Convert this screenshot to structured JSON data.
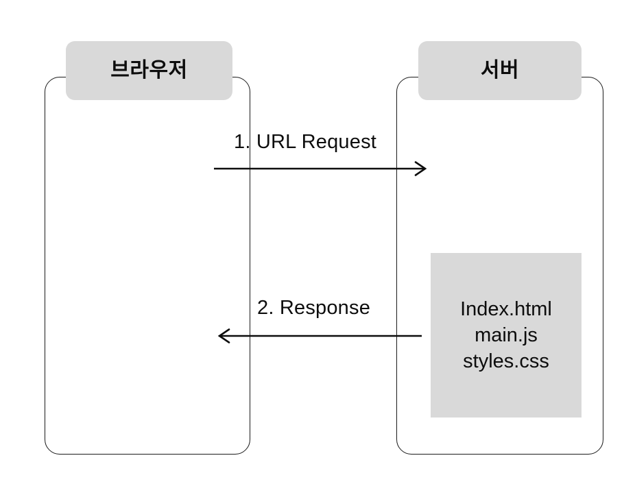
{
  "diagram": {
    "type": "sequence-diagram",
    "background_color": "#ffffff",
    "accent_gray": "#d9d9d9",
    "line_color": "#1a1a1a",
    "participants": [
      {
        "id": "browser",
        "label": "브라우저"
      },
      {
        "id": "server",
        "label": "서버"
      }
    ],
    "messages": [
      {
        "id": "message-1",
        "label": "1. URL Request",
        "from": "browser",
        "to": "server",
        "direction": "right",
        "arrowhead": "open"
      },
      {
        "id": "message-2",
        "label": "2. Response",
        "from": "server",
        "to": "browser",
        "direction": "left",
        "arrowhead": "open"
      }
    ],
    "payload": {
      "owner": "server",
      "files": [
        "Index.html",
        "main.js",
        "styles.css"
      ]
    }
  }
}
